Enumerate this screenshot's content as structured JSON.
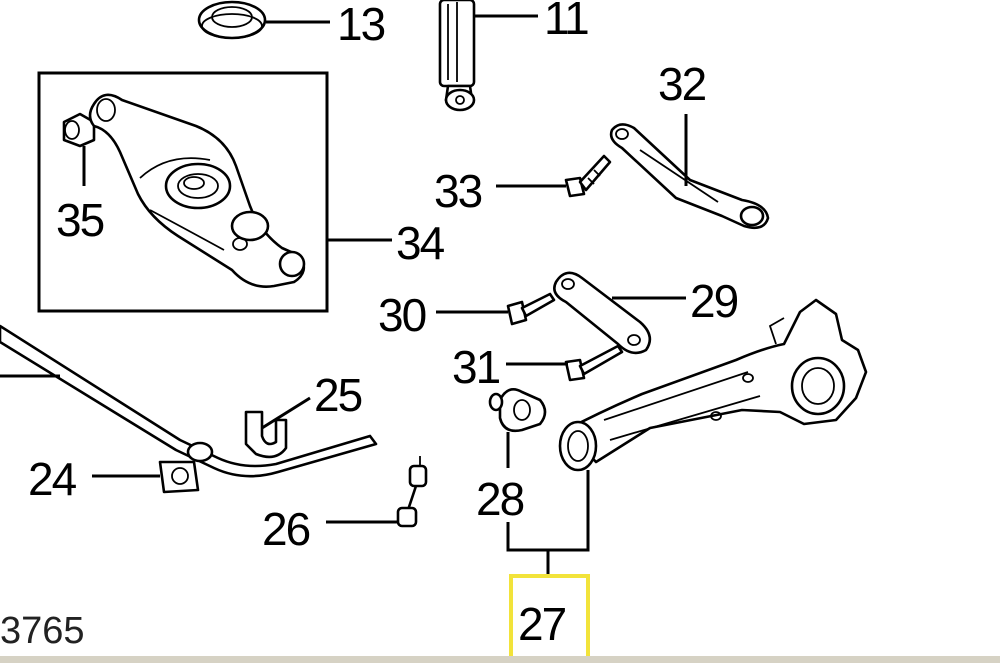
{
  "diagram": {
    "reference_code": "3765",
    "callouts": {
      "c13": "13",
      "c11": "11",
      "c32": "32",
      "c33": "33",
      "c35": "35",
      "c34": "34",
      "c30": "30",
      "c29": "29",
      "c31": "31",
      "c25": "25",
      "c24": "24",
      "c28": "28",
      "c26": "26",
      "c27": "27"
    },
    "highlighted_callout": "27",
    "colors": {
      "highlight": "#f2e33a",
      "line": "#000000",
      "background": "#ffffff",
      "bottom_bar": "#d6d2c4"
    }
  }
}
